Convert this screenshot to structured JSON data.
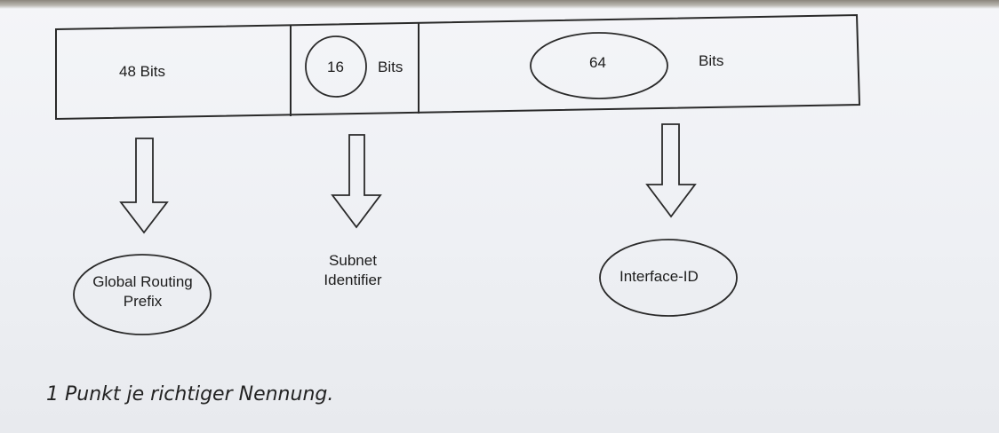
{
  "address_bar": {
    "prefix_bits": "48 Bits",
    "subnet_number": "16",
    "subnet_unit": "Bits",
    "interface_number": "64",
    "interface_unit": "Bits"
  },
  "outputs": {
    "global_routing_line1": "Global Routing",
    "global_routing_line2": "Prefix",
    "subnet_line1": "Subnet",
    "subnet_line2": "Identifier",
    "interface_id": "Interface-ID"
  },
  "caption": "1 Punkt je richtiger Nennung."
}
